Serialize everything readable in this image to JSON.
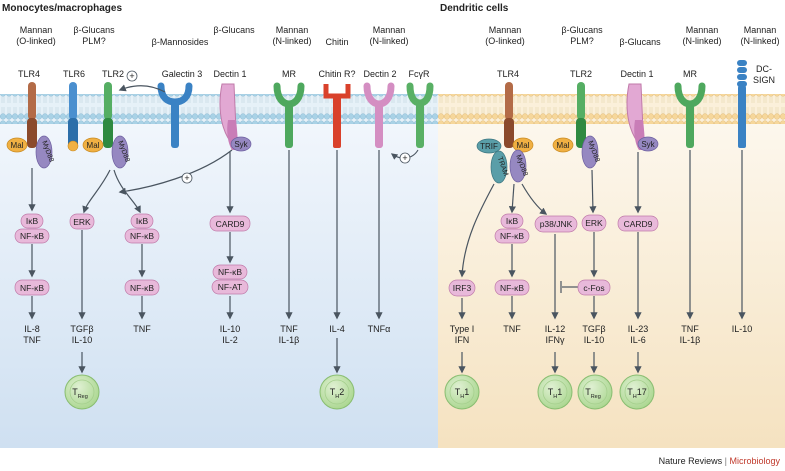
{
  "panels": {
    "left_title": "Monocytes/macrophages",
    "right_title": "Dendritic cells"
  },
  "ligands": {
    "mannan_o": [
      "Mannan",
      "(O-linked)"
    ],
    "bglucans_plm": [
      "β-Glucans",
      "PLM?"
    ],
    "bmannosides": "β-Mannosides",
    "bglucans": "β-Glucans",
    "mannan_n": [
      "Mannan",
      "(N-linked)"
    ],
    "chitin": "Chitin"
  },
  "receptors": {
    "tlr4": "TLR4",
    "tlr6": "TLR6",
    "tlr2": "TLR2",
    "galectin3": "Galectin 3",
    "dectin1": "Dectin 1",
    "mr": "MR",
    "chitin_r": "Chitin R?",
    "dectin2": "Dectin 2",
    "fcgr": "FcγR",
    "dc_sign": [
      "DC-",
      "SIGN"
    ]
  },
  "adaptors": {
    "mal": "Mal",
    "myd88": "MyD88",
    "syk": "Syk",
    "trif": "TRIF",
    "tram": "TRAM",
    "plus": "+"
  },
  "signaling": {
    "ikb": "IκB",
    "nfkb": "NF-κB",
    "erk": "ERK",
    "card9": "CARD9",
    "nfat": "NF-AT",
    "irf3": "IRF3",
    "p38jnk": "p38/JNK",
    "cfos": "c-Fos"
  },
  "outputs": {
    "il8_tnf": [
      "IL-8",
      "TNF"
    ],
    "tgfb_il10": [
      "TGFβ",
      "IL-10"
    ],
    "tnf": "TNF",
    "il10_il2": [
      "IL-10",
      "IL-2"
    ],
    "tnf_il1b": [
      "TNF",
      "IL-1β"
    ],
    "il4": "IL-4",
    "tnfa": "TNFα",
    "type1_ifn": [
      "Type I",
      "IFN"
    ],
    "il12_ifng": [
      "IL-12",
      "IFNγ"
    ],
    "il23_il6": [
      "IL-23",
      "IL-6"
    ],
    "il10": "IL-10"
  },
  "tcells": {
    "treg": [
      "T",
      "Reg"
    ],
    "th2": [
      "T",
      "H",
      "2"
    ],
    "th1": [
      "T",
      "H",
      "1"
    ],
    "th17": [
      "T",
      "H",
      "17"
    ]
  },
  "credit": {
    "journal": "Nature Reviews",
    "separator": " | ",
    "section": "Microbiology"
  },
  "colors": {
    "left_bg_top": "#f4f8fd",
    "left_bg_bottom": "#cfe0f1",
    "right_bg_top": "#fdf9f1",
    "right_bg_bottom": "#f5e2c0",
    "membrane_left": "#a9d2e6",
    "membrane_right": "#f6d79b",
    "pink_node": "#e8b9da",
    "pink_node_stroke": "#c07aa9",
    "purple_node": "#9688c1",
    "orange_node": "#f0b043",
    "tcell": "#b6dd9e",
    "tcell_stroke": "#88bd70",
    "brown_receptor": "#9b5a3a",
    "blue_receptor": "#3a82c4",
    "green_receptor": "#3c9a4f",
    "pink_receptor": "#d48ec2",
    "red_receptor": "#d9412b",
    "arrow": "#4a5560",
    "microbiology_red": "#c0392b"
  }
}
